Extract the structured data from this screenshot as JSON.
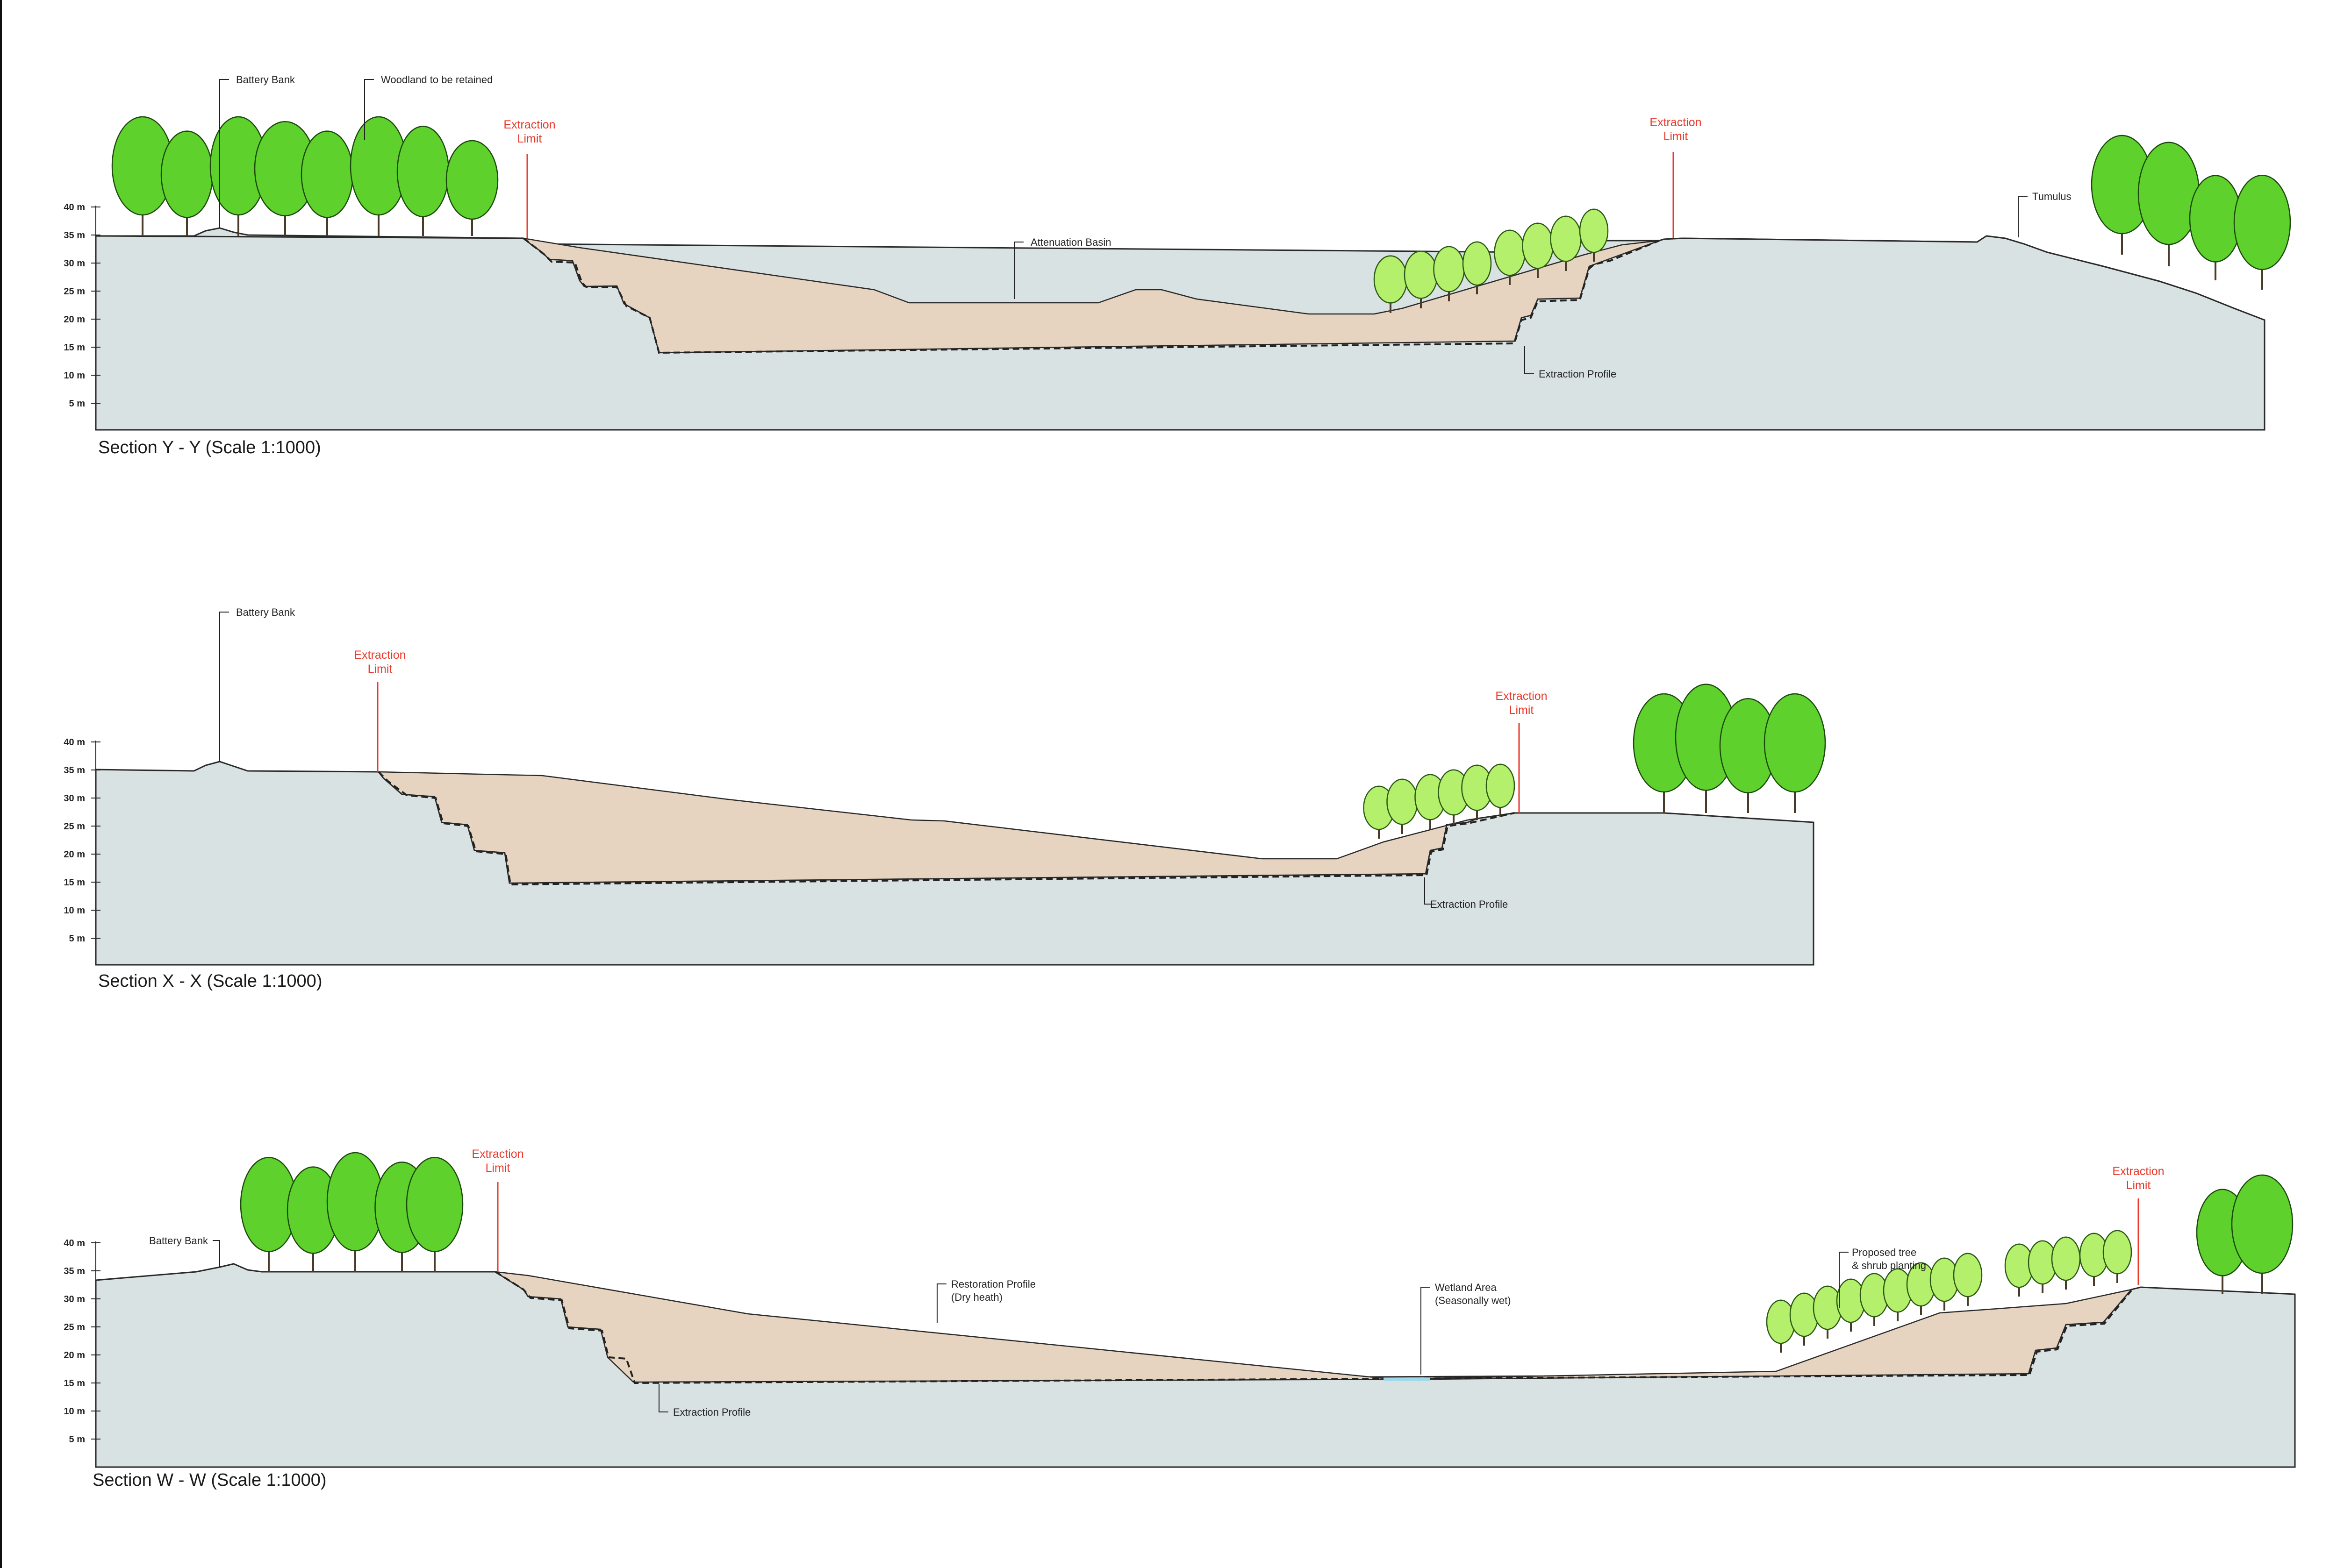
{
  "sections": [
    {
      "title": "Section Y - Y (Scale 1:1000)",
      "ticks": [
        "40 m",
        "35 m",
        "30 m",
        "25 m",
        "20 m",
        "15 m",
        "10 m",
        "5 m"
      ],
      "labels": {
        "battery_bank": "Battery Bank",
        "woodland": "Woodland to be retained",
        "extraction_limit_1": "Extraction\nLimit",
        "extraction_limit_2": "Extraction\nLimit",
        "attenuation_basin": "Attenuation Basin",
        "extraction_profile": "Extraction Profile",
        "tumulus": "Tumulus"
      }
    },
    {
      "title": "Section X - X (Scale 1:1000)",
      "ticks": [
        "40 m",
        "35 m",
        "30 m",
        "25 m",
        "20 m",
        "15 m",
        "10 m",
        "5 m"
      ],
      "labels": {
        "battery_bank": "Battery Bank",
        "extraction_limit_1": "Extraction\nLimit",
        "extraction_limit_2": "Extraction\nLimit",
        "extraction_profile": "Extraction Profile"
      }
    },
    {
      "title": "Section W - W (Scale 1:1000)",
      "ticks": [
        "40 m",
        "35 m",
        "30 m",
        "25 m",
        "20 m",
        "15 m",
        "10 m",
        "5 m"
      ],
      "labels": {
        "battery_bank": "Battery Bank",
        "extraction_limit_1": "Extraction\nLimit",
        "extraction_limit_2": "Extraction\nLimit",
        "restoration_profile": "Restoration Profile\n(Dry heath)",
        "wetland_area": "Wetland Area\n(Seasonally wet)",
        "proposed_planting": "Proposed tree\n& shrub planting",
        "extraction_profile": "Extraction Profile"
      }
    }
  ],
  "colors": {
    "ground": "#d9e2e2",
    "fill": "#e6d4c0",
    "tree_mature": "#5ed12d",
    "tree_planting": "#b4f06b",
    "extraction_limit": "#e8392b",
    "wetland": "#9fd8e8"
  }
}
